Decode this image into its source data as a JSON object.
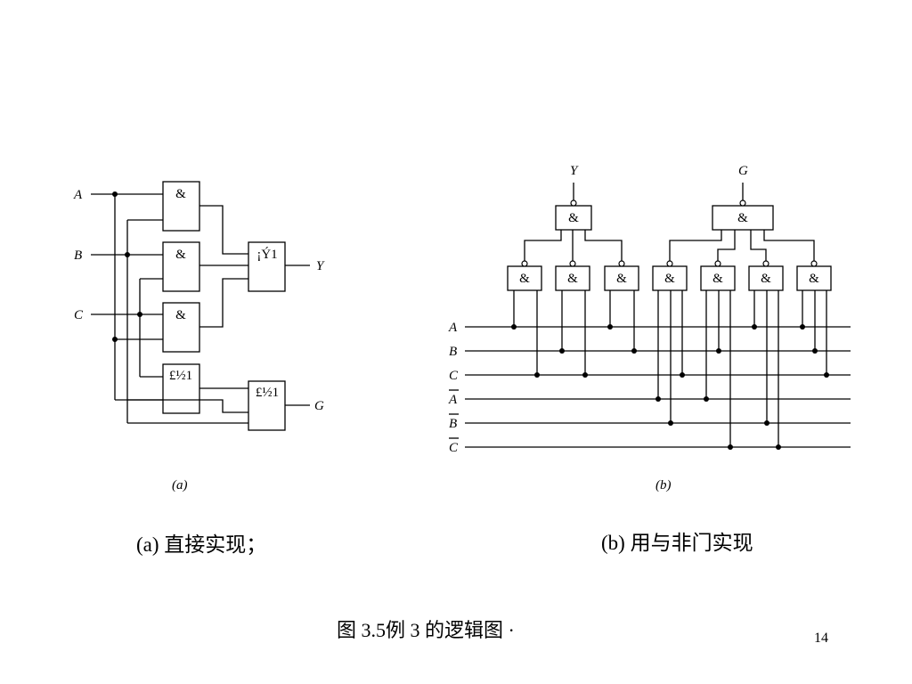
{
  "diagram_a": {
    "inputs": [
      "A",
      "B",
      "C"
    ],
    "gate_and": "&",
    "gate_or": "¡Ý1",
    "gate_eq": "£½1",
    "out_y": "Y",
    "out_g": "G",
    "sub": "(a)"
  },
  "diagram_b": {
    "out_y": "Y",
    "out_g": "G",
    "gate_and": "&",
    "rails": [
      "A",
      "B",
      "C",
      "A",
      "B",
      "C"
    ],
    "sub": "(b)"
  },
  "captions": {
    "a": "(a) 直接实现；",
    "b": "(b) 用与非门实现"
  },
  "figure_title": "图 3.5例 3 的逻辑图 ·",
  "page_number": "14"
}
